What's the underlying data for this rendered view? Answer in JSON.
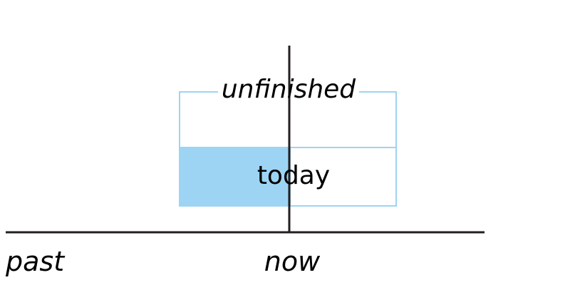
{
  "diagram": {
    "labels": {
      "unfinished": "unfinished",
      "today": "today",
      "past": "past",
      "now": "now"
    },
    "colors": {
      "axis": "#231f20",
      "fill": "#9dd4f3",
      "box_outline": "#9dd4f3",
      "text": "#000000",
      "background": "#ffffff"
    }
  }
}
